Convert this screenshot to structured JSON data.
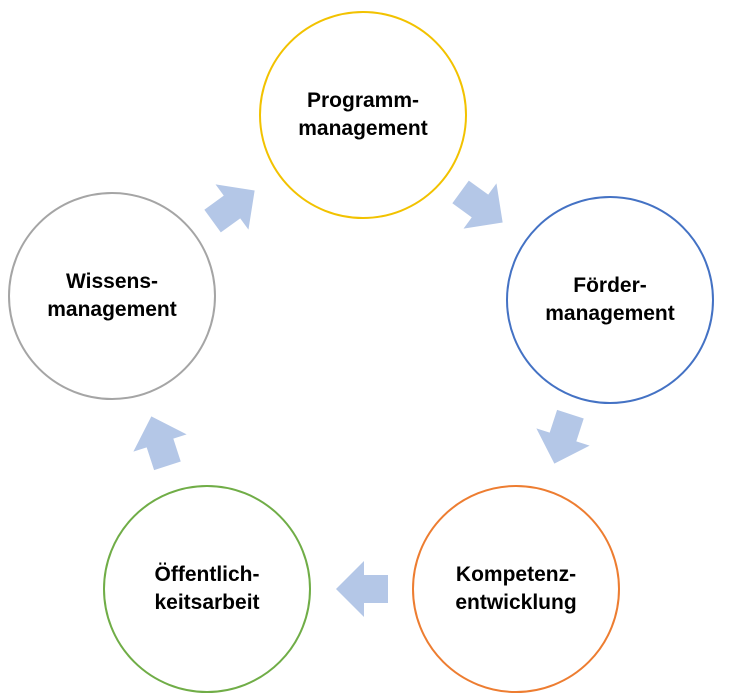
{
  "diagram": {
    "arrow_color": "#b4c7e7",
    "nodes": [
      {
        "id": "programm",
        "line1": "Programm-",
        "line2": "management",
        "stroke": "#f2c200"
      },
      {
        "id": "foerder",
        "line1": "Förder-",
        "line2": "management",
        "stroke": "#4472c4"
      },
      {
        "id": "kompetenz",
        "line1": "Kompetenz-",
        "line2": "entwicklung",
        "stroke": "#ed7d31"
      },
      {
        "id": "oeffentlich",
        "line1": "Öffentlich-",
        "line2": "keitsarbeit",
        "stroke": "#70ad47"
      },
      {
        "id": "wissens",
        "line1": "Wissens-",
        "line2": "management",
        "stroke": "#a5a5a5"
      }
    ]
  }
}
